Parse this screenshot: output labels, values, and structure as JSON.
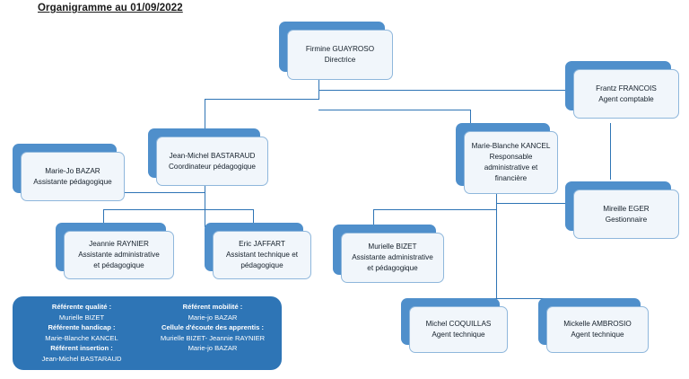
{
  "title": "Organigramme au 01/09/2022",
  "colors": {
    "shadow_blue": "#4F8FCB",
    "card_fill": "#F1F6FB",
    "card_border": "#8FB7DC",
    "connector": "#2E74B5",
    "legend_bg": "#2E75B6",
    "text": "#15202B",
    "legend_text": "#FFFFFF"
  },
  "nodes": {
    "directrice": {
      "name": "Firmine GUAYROSO",
      "role": "Directrice"
    },
    "agent_comptable": {
      "name": "Frantz FRANCOIS",
      "role": "Agent comptable"
    },
    "coordinateur": {
      "name": "Jean-Michel BASTARAUD",
      "role": "Coordinateur pédagogique"
    },
    "assistante_pedago": {
      "name": "Marie-Jo BAZAR",
      "role": "Assistante pédagogique"
    },
    "resp_admin": {
      "name": "Marie-Blanche KANCEL",
      "role_line1": "Responsable",
      "role_line2": "administrative et",
      "role_line3": "financière"
    },
    "gestionnaire": {
      "name": "Mireille EGER",
      "role": "Gestionnaire"
    },
    "raynier": {
      "name": "Jeannie RAYNIER",
      "role_line1": "Assistante administrative",
      "role_line2": "et pédagogique"
    },
    "jaffart": {
      "name": "Eric JAFFART",
      "role_line1": "Assistant technique et",
      "role_line2": "pédagogique"
    },
    "bizet": {
      "name": "Murielle BIZET",
      "role_line1": "Assistante administrative",
      "role_line2": "et pédagogique"
    },
    "coquillas": {
      "name": "Michel COQUILLAS",
      "role": "Agent technique"
    },
    "ambrosio": {
      "name": "Mickelle AMBROSIO",
      "role": "Agent technique"
    }
  },
  "legend": {
    "left": [
      {
        "text": "Référente qualité :",
        "bold": true
      },
      {
        "text": "Murielle BIZET",
        "bold": false
      },
      {
        "text": "Référente handicap :",
        "bold": true
      },
      {
        "text": "Marie-Blanche KANCEL",
        "bold": false
      },
      {
        "text": "Référent insertion :",
        "bold": true
      },
      {
        "text": "Jean-Michel BASTARAUD",
        "bold": false
      }
    ],
    "right": [
      {
        "text": "Référent mobilité :",
        "bold": true
      },
      {
        "text": "Marie-jo BAZAR",
        "bold": false
      },
      {
        "text": "Cellule d'écoute des apprentis :",
        "bold": true
      },
      {
        "text": "Murielle BIZET- Jeannie RAYNIER",
        "bold": false
      },
      {
        "text": "Marie-jo BAZAR",
        "bold": false
      }
    ]
  }
}
